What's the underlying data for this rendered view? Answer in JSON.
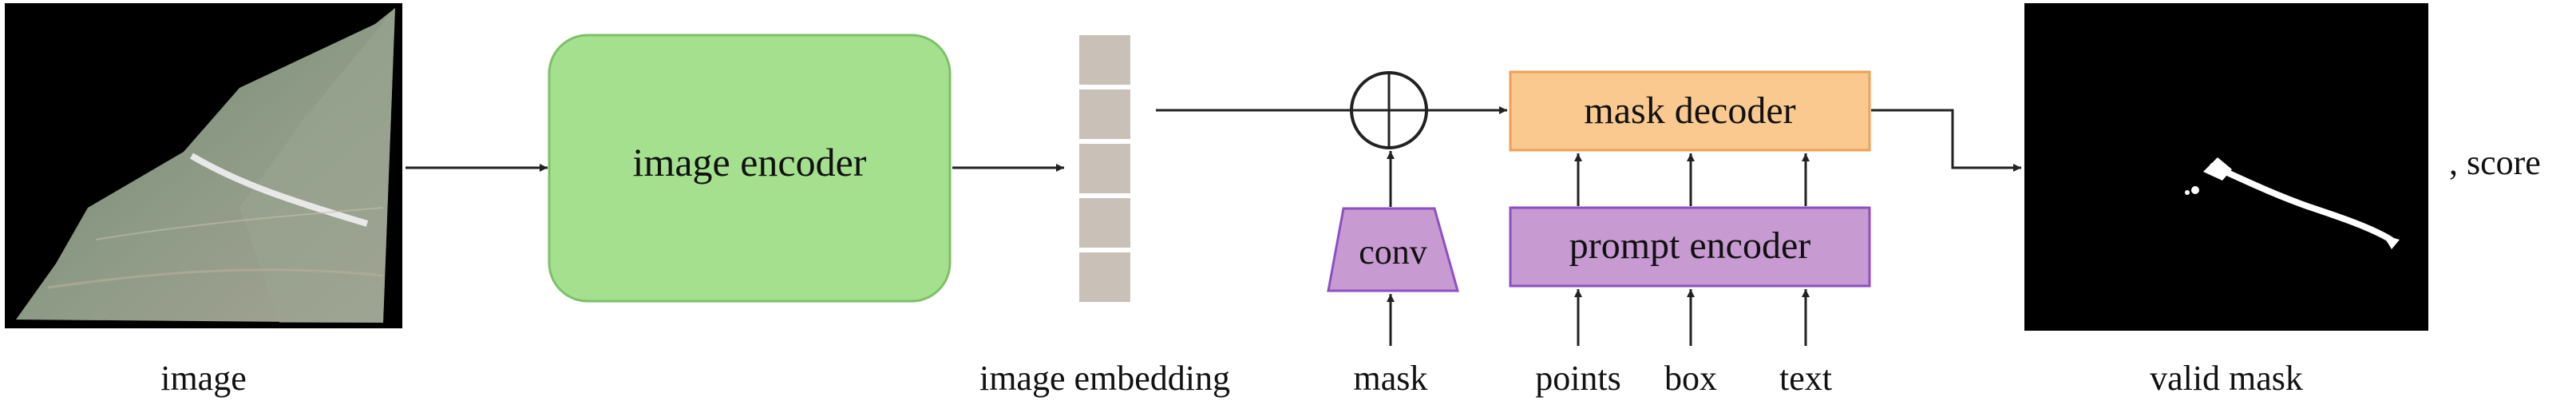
{
  "labels": {
    "image": "image",
    "image_encoder": "image encoder",
    "image_embedding": "image embedding",
    "conv": "conv",
    "mask": "mask",
    "mask_decoder": "mask decoder",
    "prompt_encoder": "prompt encoder",
    "points": "points",
    "box": "box",
    "text": "text",
    "valid_mask": "valid mask",
    "score": ", score"
  },
  "colors": {
    "image_encoder_fill": "#a5e08f",
    "image_encoder_stroke": "#7fbf6a",
    "embedding_cell": "#c9c0b8",
    "mask_decoder_fill": "#f9c98f",
    "mask_decoder_stroke": "#f0a055",
    "prompt_encoder_fill": "#c79ad1",
    "prompt_encoder_stroke": "#8e4fc3",
    "conv_fill": "#c79ad1",
    "conv_stroke": "#8e4fc3",
    "arrow": "#222222"
  },
  "icons": {
    "sum": "circle-plus-icon"
  }
}
